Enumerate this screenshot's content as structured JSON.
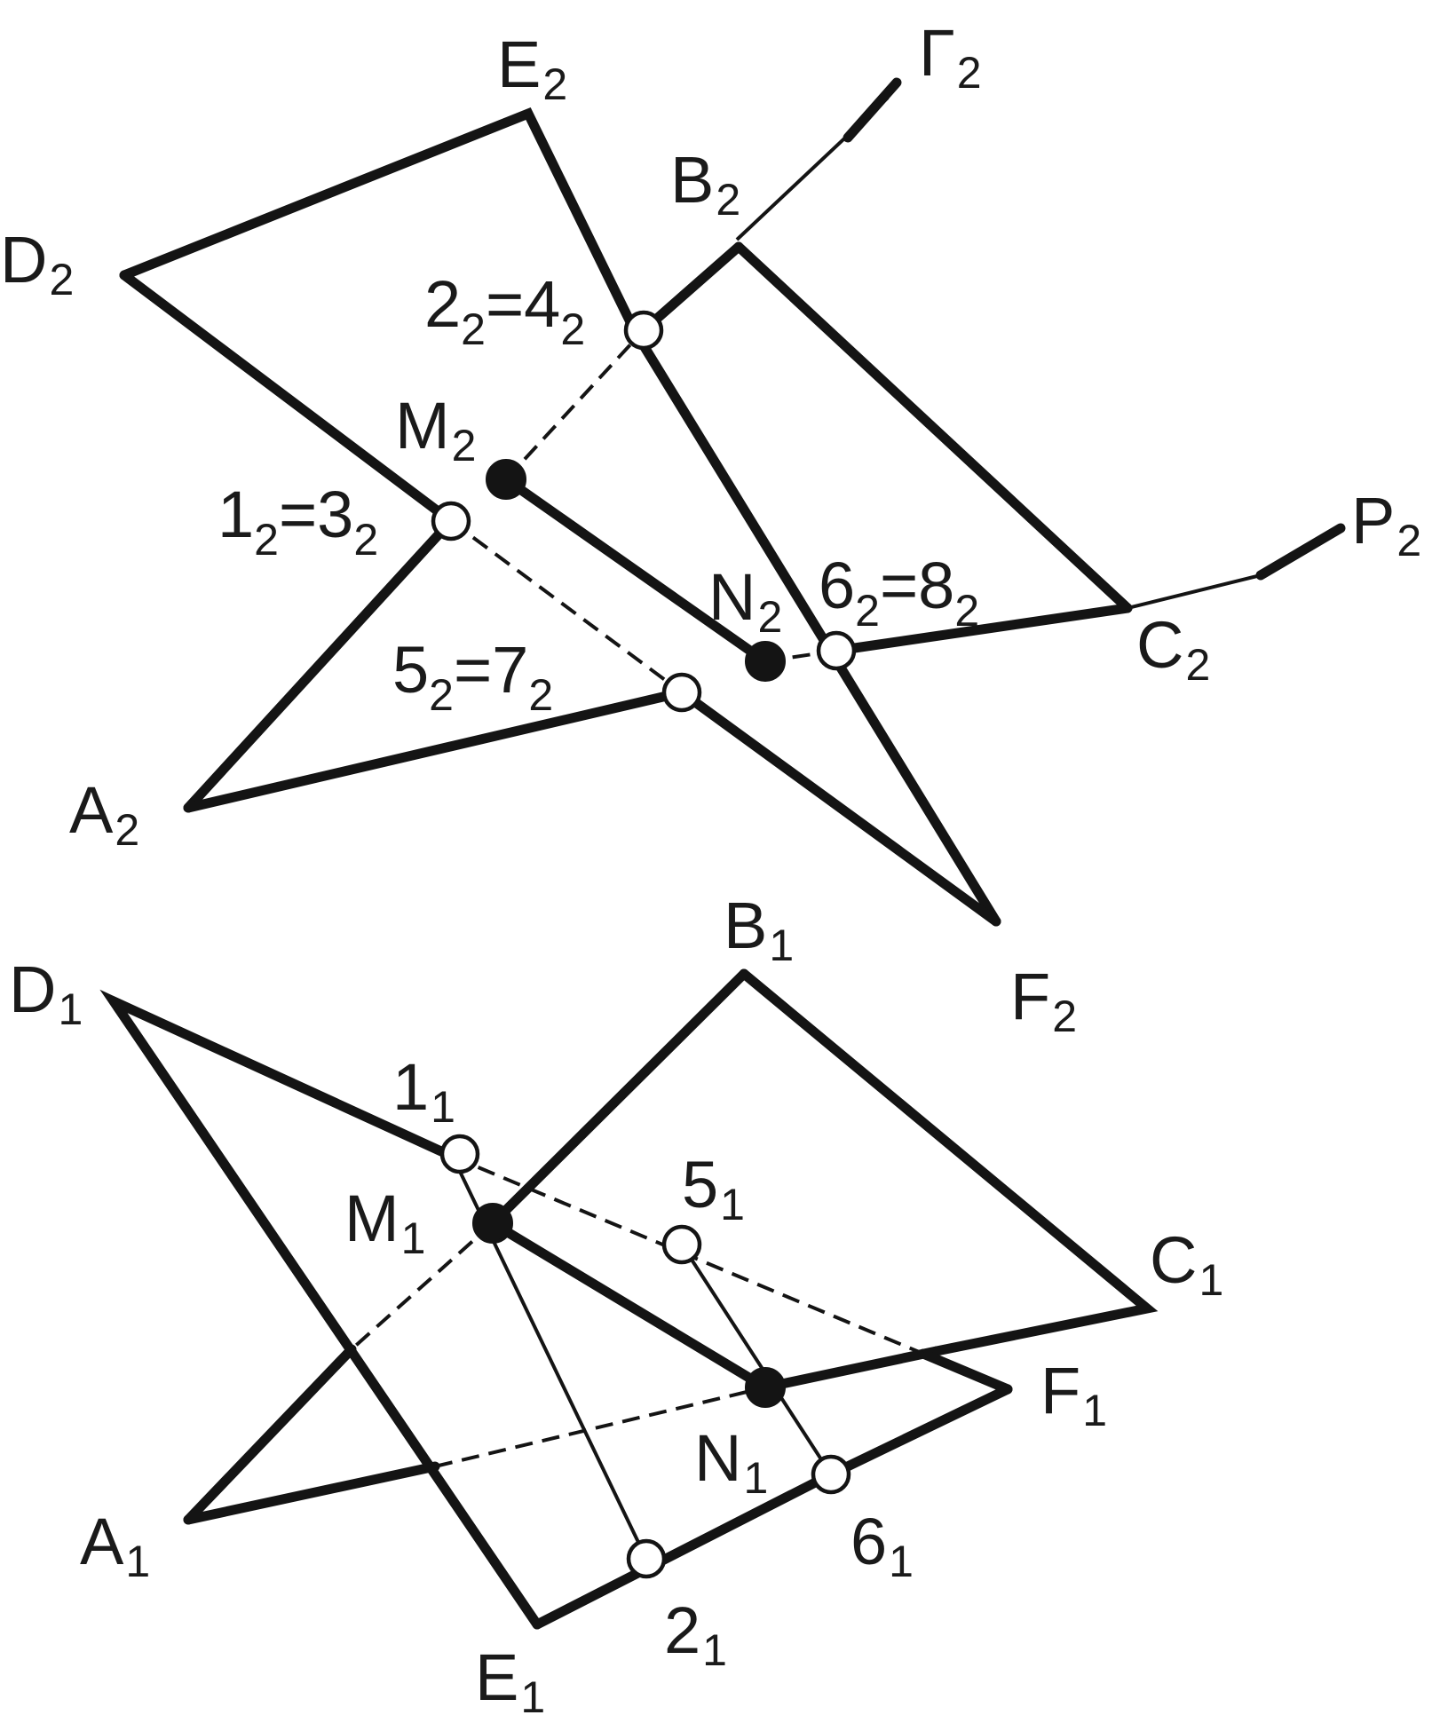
{
  "diagram": {
    "front_view": {
      "labels": {
        "E2": {
          "main": "E",
          "sub": "2"
        },
        "G2": {
          "main": "Γ",
          "sub": "2"
        },
        "B2": {
          "main": "B",
          "sub": "2"
        },
        "D2": {
          "main": "D",
          "sub": "2"
        },
        "p24": {
          "main": "2",
          "sub": "2",
          "main2": "=4",
          "sub2": "2"
        },
        "M2": {
          "main": "M",
          "sub": "2"
        },
        "p13": {
          "main": "1",
          "sub": "2",
          "main2": "=3",
          "sub2": "2"
        },
        "N2": {
          "main": "N",
          "sub": "2"
        },
        "p68": {
          "main": "6",
          "sub": "2",
          "main2": "=8",
          "sub2": "2"
        },
        "P2": {
          "main": "P",
          "sub": "2"
        },
        "C2": {
          "main": "C",
          "sub": "2"
        },
        "p57": {
          "main": "5",
          "sub": "2",
          "main2": "=7",
          "sub2": "2"
        },
        "A2": {
          "main": "A",
          "sub": "2"
        },
        "F2": {
          "main": "F",
          "sub": "2"
        }
      }
    },
    "top_view": {
      "labels": {
        "B1": {
          "main": "B",
          "sub": "1"
        },
        "D1": {
          "main": "D",
          "sub": "1"
        },
        "p1": {
          "main": "1",
          "sub": "1"
        },
        "M1": {
          "main": "M",
          "sub": "1"
        },
        "p5": {
          "main": "5",
          "sub": "1"
        },
        "C1": {
          "main": "C",
          "sub": "1"
        },
        "F1": {
          "main": "F",
          "sub": "1"
        },
        "N1": {
          "main": "N",
          "sub": "1"
        },
        "A1": {
          "main": "A",
          "sub": "1"
        },
        "p6": {
          "main": "6",
          "sub": "1"
        },
        "p2": {
          "main": "2",
          "sub": "1"
        },
        "E1": {
          "main": "E",
          "sub": "1"
        }
      }
    }
  }
}
